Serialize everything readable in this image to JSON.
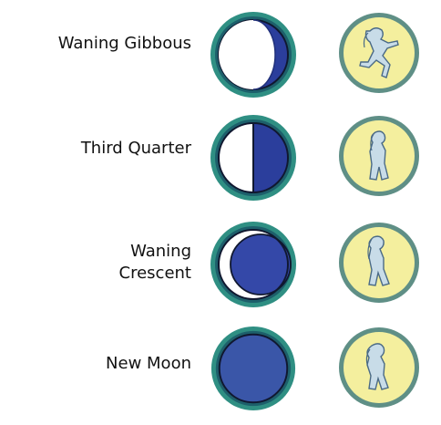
{
  "colors": {
    "ring_outer": "#2f8f83",
    "ring_inner": "#1d5f6b",
    "moon_dark": "#2b3e9c",
    "moon_dark_alt": "#3448a8",
    "moon_light": "#ffffff",
    "figure_bg": "#f4ef9e",
    "figure_ring": "#5f8f86",
    "figure_body": "#c8dce8",
    "figure_line": "#4a6a86"
  },
  "phases": [
    {
      "label": "Waning Gibbous",
      "moon_icon": "waning-gibbous-icon",
      "figure_icon": "running-figure-icon"
    },
    {
      "label": "Third Quarter",
      "moon_icon": "third-quarter-icon",
      "figure_icon": "standing-figure-icon"
    },
    {
      "label": "Waning\nCrescent",
      "moon_icon": "waning-crescent-icon",
      "figure_icon": "walking-figure-icon"
    },
    {
      "label": "New Moon",
      "moon_icon": "new-moon-icon",
      "figure_icon": "hunched-figure-icon"
    }
  ]
}
